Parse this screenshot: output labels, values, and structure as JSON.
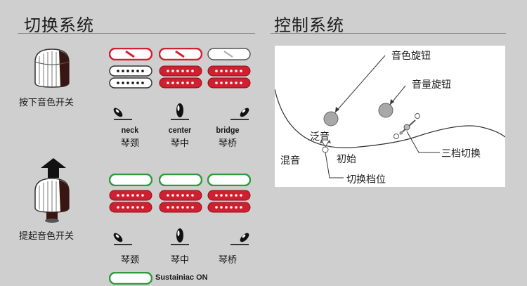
{
  "switching": {
    "title": "切换系统",
    "knob_down_label": "按下音色开关",
    "knob_up_label": "提起音色开关",
    "positions_down": [
      {
        "en": "neck",
        "cn": "琴颈"
      },
      {
        "en": "center",
        "cn": "琴中"
      },
      {
        "en": "bridge",
        "cn": "琴桥"
      }
    ],
    "positions_up": [
      {
        "cn": "琴颈"
      },
      {
        "cn": "琴中"
      },
      {
        "cn": "琴桥"
      }
    ],
    "sustainiac_label": "Sustainiac ON",
    "colors": {
      "red": "#d0202f",
      "green": "#2f9a3c",
      "white": "#ffffff"
    }
  },
  "control": {
    "title": "控制系统",
    "labels": {
      "tone_knob": "音色旋钮",
      "volume_knob": "音量旋钮",
      "three_way": "三档切换",
      "harmonic": "泛音",
      "initial": "初始",
      "mix": "混音",
      "switch_pos": "切换档位"
    }
  }
}
